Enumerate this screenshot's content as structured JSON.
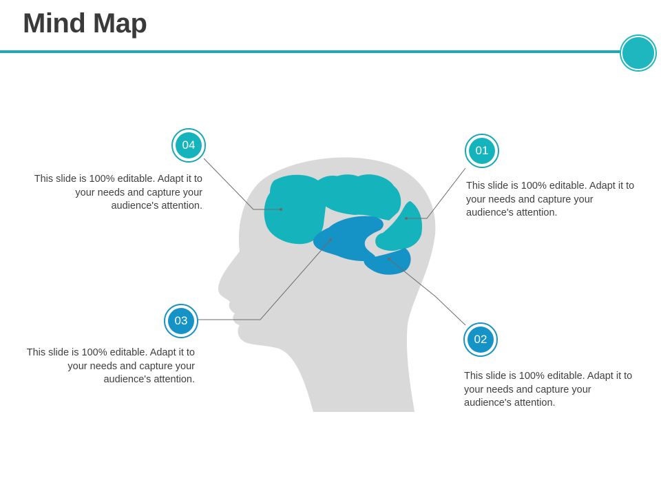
{
  "slide": {
    "title": "Mind Map"
  },
  "colors": {
    "accent": "#1fa9b6",
    "teal": "#15b4bd",
    "blue": "#1592c6",
    "head": "#d9d9d9"
  },
  "items": [
    {
      "number": "01",
      "text": "This slide is 100% editable. Adapt it to your needs and capture your audience's attention."
    },
    {
      "number": "02",
      "text": "This slide is 100% editable. Adapt it to your needs and capture your audience's attention."
    },
    {
      "number": "03",
      "text": "This slide is 100% editable. Adapt it to your needs and capture your audience's attention."
    },
    {
      "number": "04",
      "text": "This slide is 100% editable. Adapt it to your needs and capture your audience's attention."
    }
  ]
}
